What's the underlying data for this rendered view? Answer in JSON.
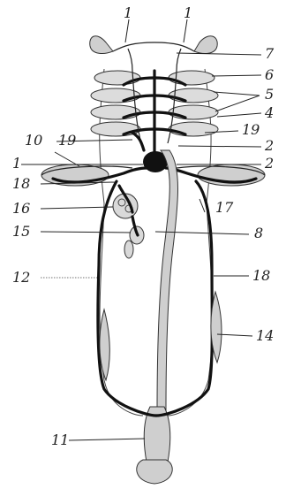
{
  "labels": [
    {
      "id": "l1a",
      "text": "1"
    },
    {
      "id": "l1b",
      "text": "1"
    },
    {
      "id": "l7",
      "text": "7"
    },
    {
      "id": "l6",
      "text": "6"
    },
    {
      "id": "l5",
      "text": "5"
    },
    {
      "id": "l4",
      "text": "4"
    },
    {
      "id": "l19a",
      "text": "19"
    },
    {
      "id": "l2a",
      "text": "2"
    },
    {
      "id": "l10",
      "text": "10"
    },
    {
      "id": "l19b",
      "text": "19"
    },
    {
      "id": "l1c",
      "text": "1"
    },
    {
      "id": "l2b",
      "text": "2"
    },
    {
      "id": "l18a",
      "text": "18"
    },
    {
      "id": "l16",
      "text": "16"
    },
    {
      "id": "l17",
      "text": "17"
    },
    {
      "id": "l15",
      "text": "15"
    },
    {
      "id": "l8",
      "text": "8"
    },
    {
      "id": "l12",
      "text": "12"
    },
    {
      "id": "l18b",
      "text": "18"
    },
    {
      "id": "l14",
      "text": "14"
    },
    {
      "id": "l11",
      "text": "11"
    }
  ]
}
